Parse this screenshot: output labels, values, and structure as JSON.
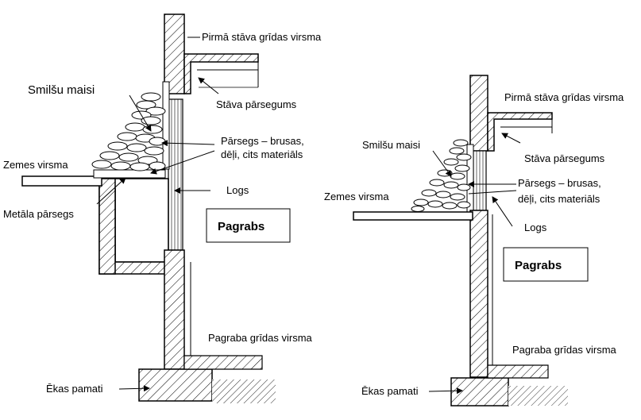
{
  "left": {
    "first_floor": "Pirmā stāva grīdas virsma",
    "sandbags": "Smilšu maisi",
    "floor_slab": "Stāva pārsegums",
    "cover": "Pārsegs – brusas,",
    "cover2": "dēļi, cits materiāls",
    "ground": "Zemes virsma",
    "window": "Logs",
    "metal_cover": "Metāla pārsegs",
    "basement": "Pagrabs",
    "basement_floor": "Pagraba grīdas virsma",
    "foundation": "Ēkas pamati"
  },
  "right": {
    "first_floor": "Pirmā stāva grīdas virsma",
    "sandbags": "Smilšu maisi",
    "floor_slab": "Stāva pārsegums",
    "cover": "Pārsegs – brusas,",
    "cover2": "dēļi, cits materiāls",
    "ground": "Zemes virsma",
    "window": "Logs",
    "basement": "Pagrabs",
    "basement_floor": "Pagraba grīdas virsma",
    "foundation": "Ēkas pamati"
  }
}
